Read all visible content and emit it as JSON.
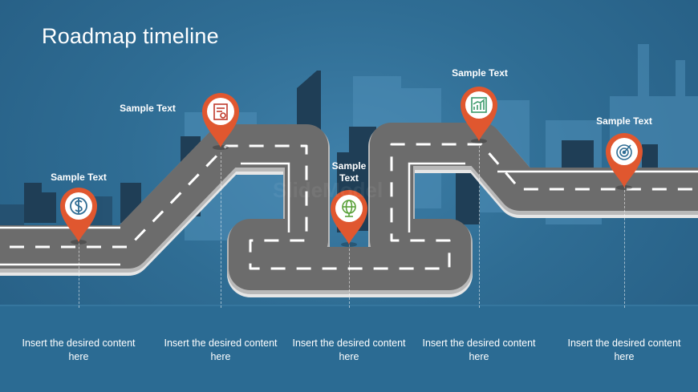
{
  "slide": {
    "title": "Roadmap timeline",
    "watermark": "SlideModel",
    "colors": {
      "background": "#2f6d94",
      "road": "#6b6b6b",
      "pin": "#e0572f",
      "pin_inner": "#ffffff",
      "band": "#2b6b93"
    }
  },
  "milestones": [
    {
      "label": "Sample Text",
      "icon": "dollar-icon",
      "description": "Insert the desired content here"
    },
    {
      "label": "Sample Text",
      "icon": "certificate-icon",
      "description": "Insert the desired content here"
    },
    {
      "label": "Sample Text",
      "icon": "globe-icon",
      "description": "Insert the desired content here"
    },
    {
      "label": "Sample Text",
      "icon": "chart-icon",
      "description": "Insert the desired content here"
    },
    {
      "label": "Sample Text",
      "icon": "target-icon",
      "description": "Insert the desired content here"
    }
  ]
}
